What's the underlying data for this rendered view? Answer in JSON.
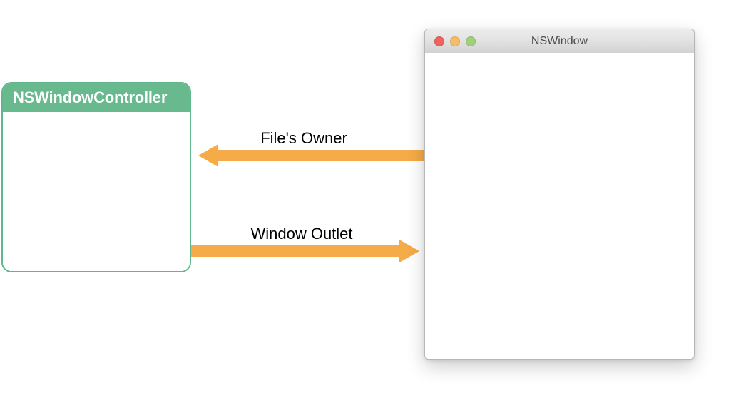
{
  "diagram": {
    "title": "NSWindowController and NSWindow relationship",
    "background_color": "#ffffff",
    "accent_green": "#68b98d",
    "accent_green_border": "#5fb88c",
    "accent_orange": "#f5ab48",
    "label_text_color": "#000000"
  },
  "controller": {
    "title": "NSWindowController",
    "header_color": "#68b98d",
    "border_color": "#5fb88c",
    "body_color": "#ffffff"
  },
  "arrows": [
    {
      "label": "File's Owner",
      "direction": "left",
      "color": "#f5ab48",
      "from": "NSWindow",
      "to": "NSWindowController"
    },
    {
      "label": "Window Outlet",
      "direction": "right",
      "color": "#f5ab48",
      "from": "NSWindowController",
      "to": "NSWindow"
    }
  ],
  "window": {
    "title": "NSWindow",
    "traffic_lights": [
      {
        "name": "close-button",
        "color": "#f0635c"
      },
      {
        "name": "minimize-button",
        "color": "#f7bc65"
      },
      {
        "name": "zoom-button",
        "color": "#9fd07a"
      }
    ],
    "content_color": "#ffffff",
    "titlebar_color": "#e3e3e3"
  }
}
